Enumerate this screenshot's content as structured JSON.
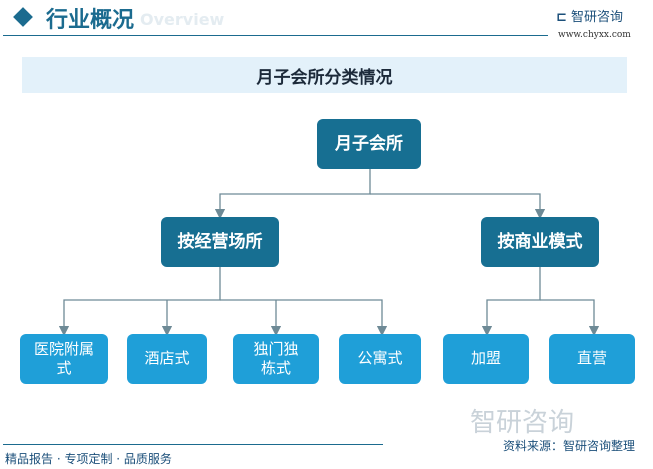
{
  "header": {
    "title": "行业概况",
    "subtitle_en": "Overview",
    "logo": "智研咨询",
    "url": "www.chyxx.com"
  },
  "diagram": {
    "title": "月子会所分类情况",
    "root": "月子会所",
    "groups": [
      {
        "label": "按经营场所",
        "children": [
          "医院附属式",
          "酒店式",
          "独门独栋式",
          "公寓式"
        ]
      },
      {
        "label": "按商业模式",
        "children": [
          "加盟",
          "直营"
        ]
      }
    ]
  },
  "footer": {
    "slogan": "精品报告 · 专项定制 · 品质服务",
    "source": "资料来源：智研咨询整理",
    "watermark": "智研咨询"
  },
  "colors": {
    "dark": "#176f92",
    "light": "#1f9fd8",
    "line": "#6e8a96"
  }
}
